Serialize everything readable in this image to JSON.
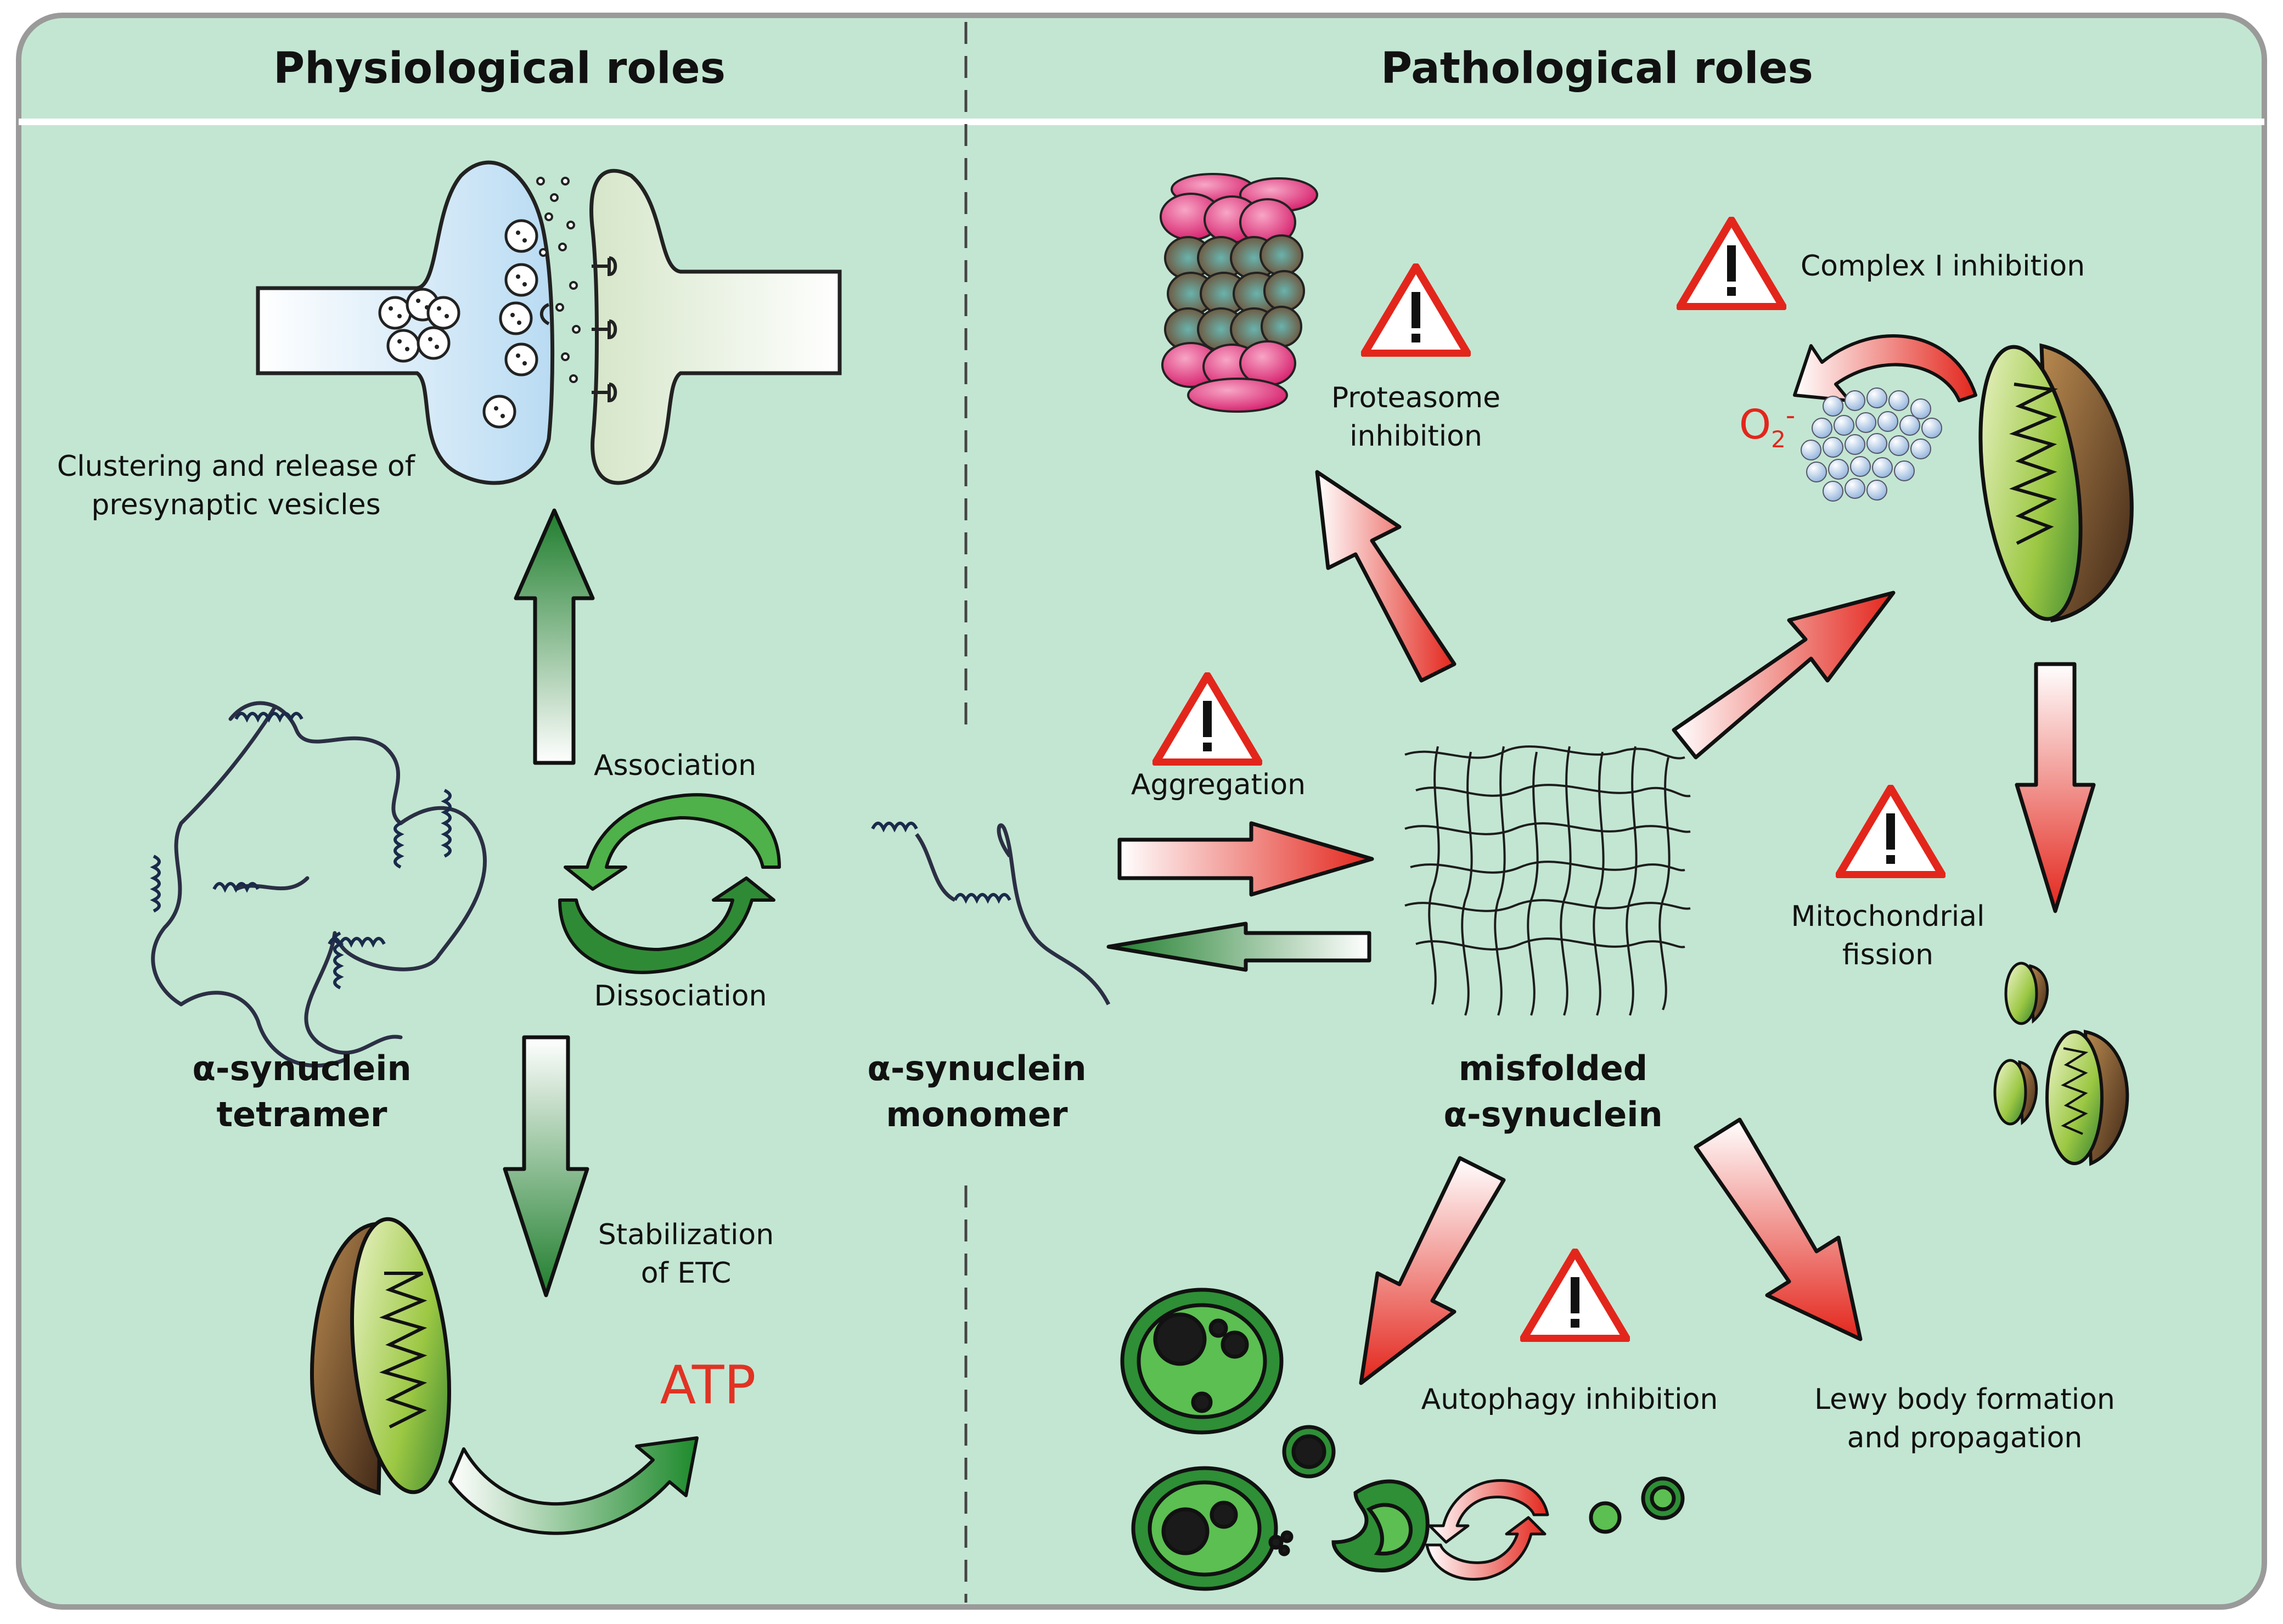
{
  "colors": {
    "panel_bg": "#c3e6d2",
    "panel_border": "#9a9a9a",
    "phys_arrow_dark": "#1e7d2c",
    "path_arrow_red": "#e3261c",
    "warning_red": "#e3261c",
    "atp_red": "#e03324"
  },
  "headers": {
    "left": "Physiological roles",
    "right": "Pathological roles"
  },
  "physiological": {
    "synapse_label_1": "Clustering and release of",
    "synapse_label_2": "presynaptic vesicles",
    "association": "Association",
    "dissociation": "Dissociation",
    "tetramer_1": "α-synuclein",
    "tetramer_2": "tetramer",
    "etc_1": "Stabilization",
    "etc_2": "of ETC",
    "atp": "ATP"
  },
  "center": {
    "monomer_1": "α-synuclein",
    "monomer_2": "monomer"
  },
  "pathological": {
    "aggregation": "Aggregation",
    "proteasome_1": "Proteasome",
    "proteasome_2": "inhibition",
    "complex": "Complex I inhibition",
    "superoxide": "O",
    "superoxide_sub": "2",
    "superoxide_sup": "-",
    "fission_1": "Mitochondrial",
    "fission_2": "fission",
    "misfolded_1": "misfolded",
    "misfolded_2": "α-synuclein",
    "autophagy": "Autophagy inhibition",
    "lewy_1": "Lewy body formation",
    "lewy_2": "and propagation"
  },
  "icons": [
    "warning-triangle-icon",
    "mitochondrion-icon",
    "proteasome-icon",
    "synapse-icon",
    "autophagosome-icon"
  ]
}
